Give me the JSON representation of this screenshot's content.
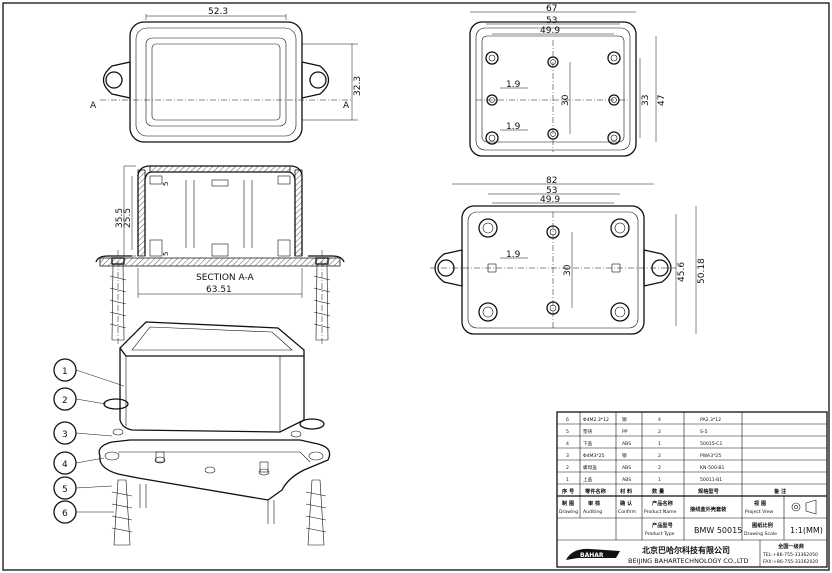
{
  "top_view_dims": {
    "width": "52.3",
    "height": "32.3",
    "section_a_left": "A",
    "section_a_right": "A"
  },
  "section_dims": {
    "h1": "35.5",
    "h2": "25.5",
    "s5_top": "5",
    "s5_bot": "5",
    "width": "63.51",
    "label": "SECTION A-A"
  },
  "inner_view_top": {
    "w67": "67",
    "w53": "53",
    "w499": "49.9",
    "d19a": "1.9",
    "d19b": "1.9",
    "h30": "30",
    "h33": "33",
    "h47": "47"
  },
  "inner_view_bottom": {
    "w82": "82",
    "w53": "53",
    "w499": "49.9",
    "d19": "1.9",
    "h30": "30",
    "h456": "45.6",
    "h5018": "50.18"
  },
  "callouts": [
    "1",
    "2",
    "3",
    "4",
    "5",
    "6"
  ],
  "bom_rows": [
    {
      "no": "6",
      "name": "Φ4M2.3*12",
      "mat": "钢",
      "qty": "4",
      "spec": "PA2.3*12"
    },
    {
      "no": "5",
      "name": "垫块",
      "mat": "PP",
      "qty": "2",
      "spec": "S-5"
    },
    {
      "no": "4",
      "name": "下盖",
      "mat": "ABS",
      "qty": "1",
      "spec": "50015-C1"
    },
    {
      "no": "3",
      "name": "Φ4M3*25",
      "mat": "钢",
      "qty": "2",
      "spec": "PWA3*25"
    },
    {
      "no": "2",
      "name": "螺母盖",
      "mat": "ABS",
      "qty": "2",
      "spec": "KN-500-B1"
    },
    {
      "no": "1",
      "name": "上盖",
      "mat": "ABS",
      "qty": "1",
      "spec": "50011-B1"
    }
  ],
  "bom_header": {
    "no": "序 号",
    "name": "零件名称",
    "mat": "材 料",
    "qty": "数 量",
    "spec": "规格型号",
    "remark": "备 注"
  },
  "title_block": {
    "drawing_cn": "制 图",
    "drawing": "Drawing",
    "auditing_cn": "审 核",
    "auditing": "Auditing",
    "confirm_cn": "确 认",
    "confirm": "Confirm",
    "product_name_cn": "产品名称",
    "product_name": "Product Name",
    "product_name_value": "接线盒外壳套装",
    "project_view_cn": "视 图",
    "project_view": "Project View",
    "product_type_cn": "产品型号",
    "product_type": "Product Type",
    "product_type_value": "BMW 50015",
    "drawing_scale_cn": "图纸比例",
    "drawing_scale": "Drawing Scale",
    "scale_value": "1:1(MM)",
    "company_cn": "北京巴哈尔科技有限公司",
    "company_en": "BEIJING BAHARTECHNOLOGY CO.,LTD",
    "logo": "BAHAR",
    "contact_cn": "全国一级商",
    "tel": "TEL:+86-755-33362050",
    "fax": "FAX:+86-755-33362020"
  }
}
